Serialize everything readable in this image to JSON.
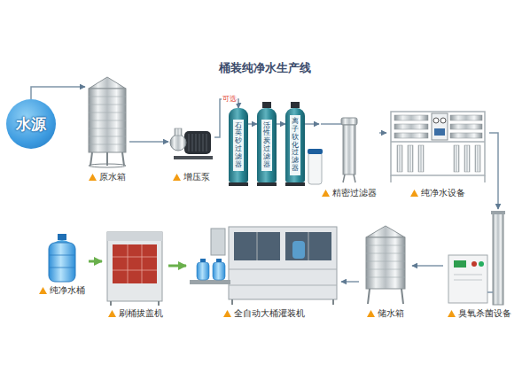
{
  "diagram": {
    "title": "桶装纯净水生产线",
    "nodes": [
      {
        "text": [
          "水源"
        ]
      },
      {
        "text": [
          "原水箱"
        ]
      },
      {
        "text": [
          "增压泵"
        ]
      },
      {
        "text": [
          "石英砂过滤器"
        ]
      },
      {
        "text": [
          "活性炭过滤器"
        ]
      },
      {
        "text": [
          "离子软化过滤器"
        ]
      },
      {
        "text": [
          "精密过滤器"
        ]
      },
      {
        "text": [
          "纯净水设备"
        ]
      },
      {
        "text": [
          "纯净水桶"
        ]
      },
      {
        "text": [
          "刷桶拔盖机"
        ]
      },
      {
        "text": [
          "全自动大桶灌装机"
        ]
      },
      {
        "text": [
          "储水箱"
        ]
      },
      {
        "text": [
          "臭氧杀菌设备"
        ]
      }
    ],
    "edges": [
      {
        "from": 0,
        "to": 1,
        "arrow": "to"
      },
      {
        "from": 1,
        "to": 2,
        "arrow": "to"
      },
      {
        "from": 2,
        "to": 3,
        "label": "可选",
        "arrow": "to"
      },
      {
        "from": 3,
        "to": 4,
        "arrow": "to"
      },
      {
        "from": 4,
        "to": 5,
        "arrow": "to"
      },
      {
        "from": 5,
        "to": 6,
        "arrow": "to"
      },
      {
        "from": 6,
        "to": 7,
        "arrow": "to"
      },
      {
        "from": 7,
        "to": 12,
        "arrow": "to"
      },
      {
        "from": 12,
        "to": 11,
        "arrow": "to"
      },
      {
        "from": 11,
        "to": 10,
        "arrow": "to"
      },
      {
        "from": 8,
        "to": 9,
        "arrow": "to"
      },
      {
        "from": 9,
        "to": 10,
        "arrow": "to"
      }
    ]
  }
}
